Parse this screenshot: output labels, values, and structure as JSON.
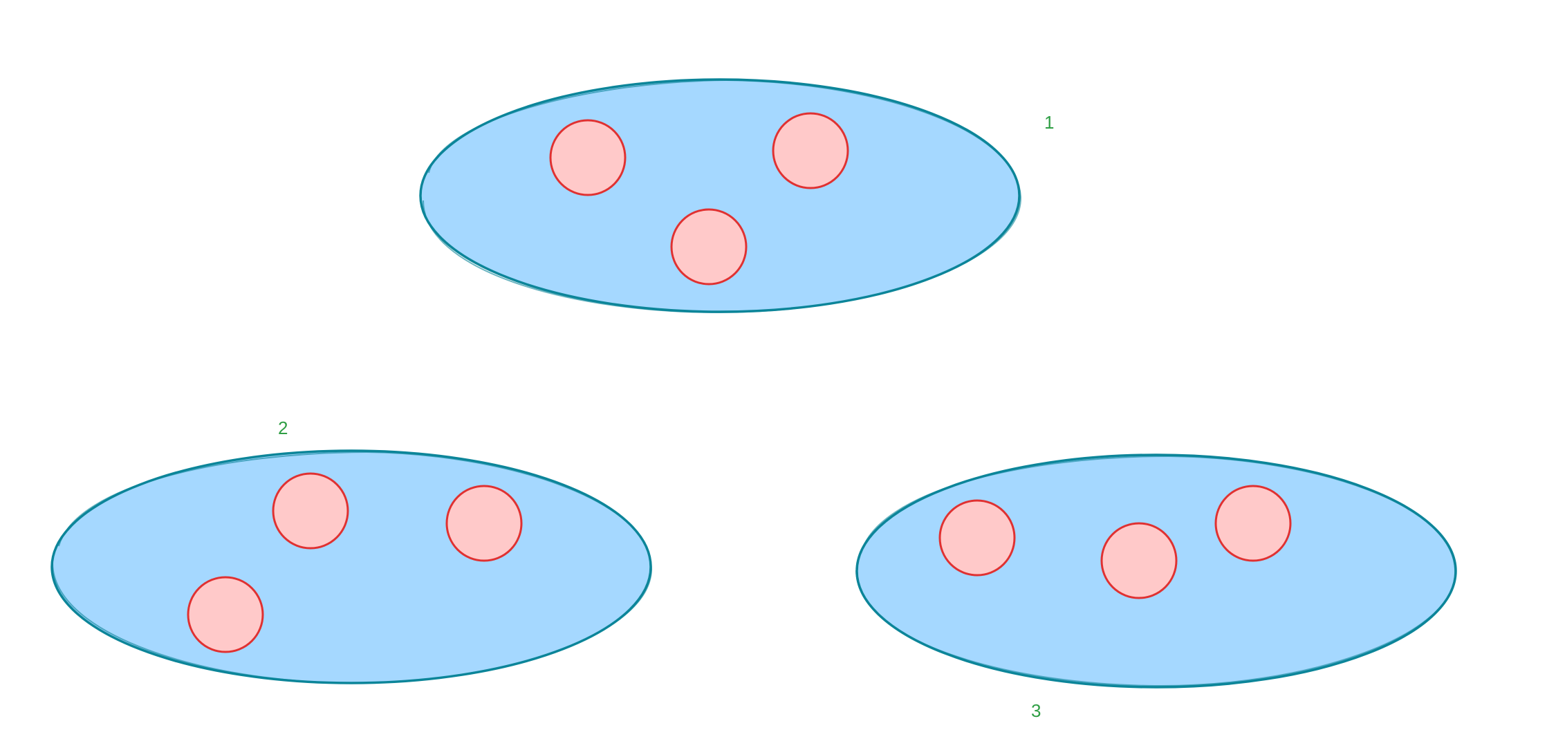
{
  "colors": {
    "background": "#ffffff",
    "set_fill": "#a5d8ff",
    "set_stroke": "#0c8599",
    "element_fill": "#ffc9c9",
    "element_stroke": "#e03131",
    "label_color": "#2f9e44"
  },
  "sets": [
    {
      "label": "1",
      "element_count": 3
    },
    {
      "label": "2",
      "element_count": 3
    },
    {
      "label": "3",
      "element_count": 3
    }
  ]
}
